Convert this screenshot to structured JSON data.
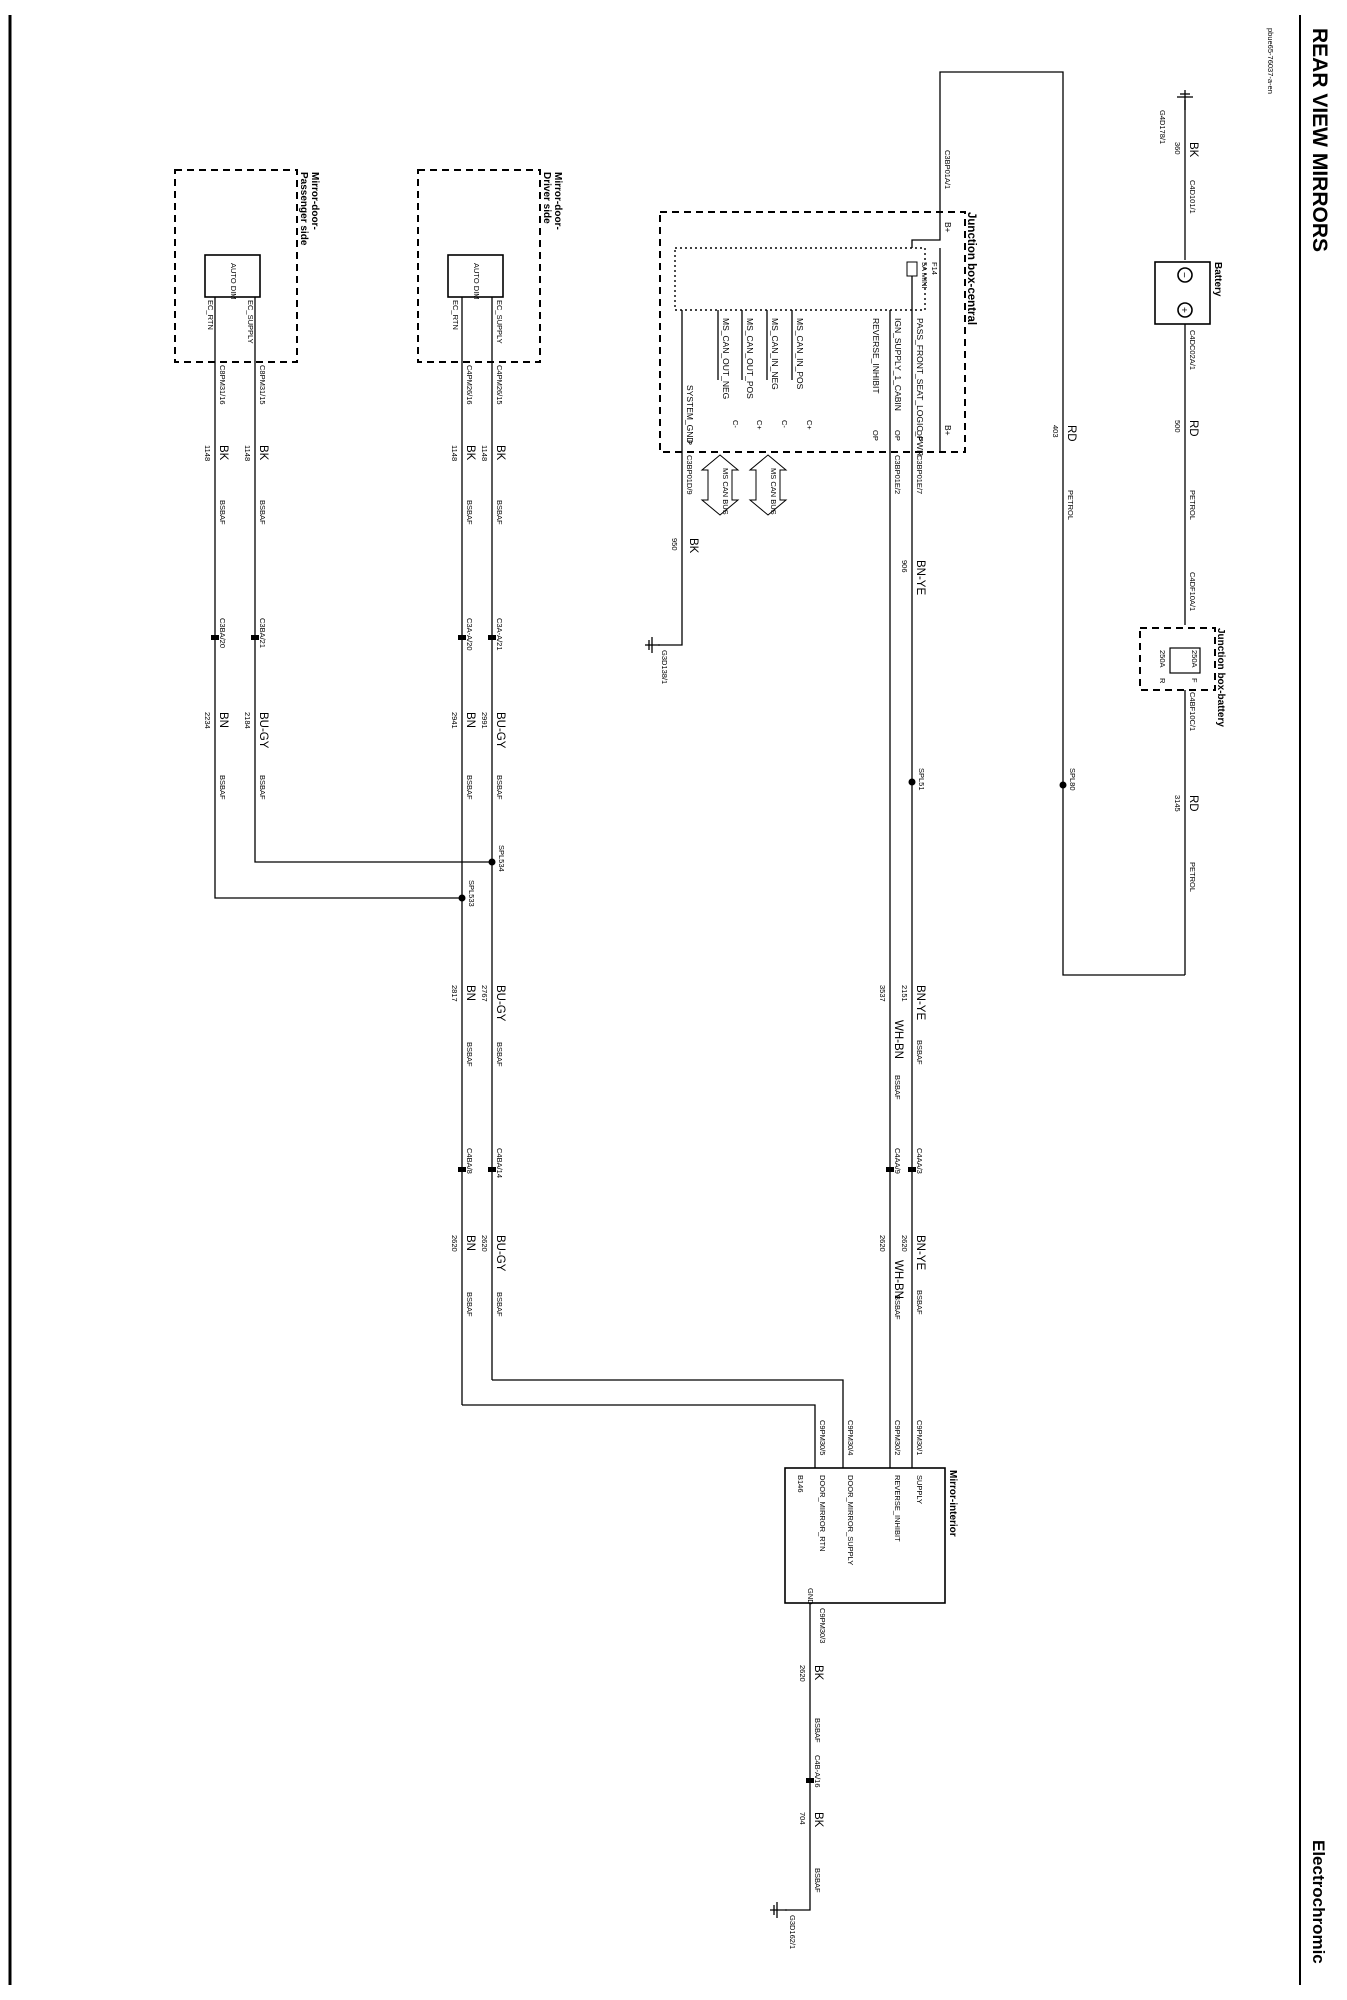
{
  "page": {
    "title": "REAR VIEW MIRRORS",
    "section": "Electrochromic",
    "ref": "pbue65-76037-a-en"
  },
  "components": {
    "battery": {
      "name": "Battery",
      "neg_pin": "C4D101/1",
      "pos_pin": "C4DC02A/1",
      "neg_sym": "−",
      "pos_sym": "+"
    },
    "junction_battery": {
      "name": "Junction box-battery",
      "in_pin": "C4DF10A/1",
      "out_pin": "C4BF10C/1",
      "fuse": "250A",
      "in_label": "F",
      "out_label": "R",
      "fuse_label2": "250A",
      "left_label": "R"
    },
    "junction_central": {
      "name": "Junction box-central",
      "b_plus_top": "B+",
      "b_plus_pin": "C3BP01A/1",
      "fuse_id": "F14",
      "fuse_rating": "5A MINI",
      "b_plus_bottom": "B+",
      "pins": [
        {
          "name": "PASS_FRONT_SEAT_LOGIC_PWR",
          "dir": "OP"
        },
        {
          "name": "IGN_SUPPLY_1_CABIN",
          "dir": "OP"
        },
        {
          "name": "REVERSE_INHIBIT",
          "dir": "OP"
        },
        {
          "name": "MS_CAN_IN_POS",
          "dir": "C+"
        },
        {
          "name": "MS_CAN_IN_NEG",
          "dir": "C-"
        },
        {
          "name": "MS_CAN_OUT_POS",
          "dir": "C+"
        },
        {
          "name": "MS_CAN_OUT_NEG",
          "dir": "C-"
        },
        {
          "name": "SYSTEM_GND",
          "dir": "P"
        }
      ],
      "conn_ign": "C3BP01E/7",
      "conn_rev": "C3BP01E/2",
      "conn_gnd": "C3BP01D/9",
      "bus_in": "MS CAN BUS",
      "bus_out": "MS CAN BUS"
    },
    "mirror_driver": {
      "name1": "Mirror-door-",
      "name2": "Driver side",
      "module": "AUTO DIM",
      "supply": "EC_SUPPLY",
      "rtn": "EC_RTN",
      "supply_pin": "C4PM26/15",
      "rtn_pin": "C4PM26/16"
    },
    "mirror_passenger": {
      "name1": "Mirror-door-",
      "name2": "Passenger side",
      "module": "AUTO DIM",
      "supply": "EC_SUPPLY",
      "rtn": "EC_RTN",
      "supply_pin": "C8PM31/15",
      "rtn_pin": "C8PM31/16"
    },
    "mirror_interior": {
      "name": "Mirror-interior",
      "pins": [
        "SUPPLY",
        "REVERSE_INHIBIT",
        "DOOR_MIRROR_SUPPLY",
        "DOOR_MIRROR_RTN"
      ],
      "conns": [
        "C9PM30/1",
        "C9PM30/2",
        "C9PM30/4",
        "C9PM30/5"
      ],
      "gnd": "GND",
      "gnd_pin": "C9PM30/3",
      "code": "B146"
    }
  },
  "grounds": {
    "g1": "G4D178/1",
    "g2": "G3D138/1",
    "g3": "G3D162/1"
  },
  "splices": {
    "spl80": "SPL80",
    "spl51": "SPL51",
    "spl534": "SPL534",
    "spl533": "SPL533"
  },
  "inline": {
    "c3a20": "C3A-A/20",
    "c3a21": "C3A-A/21",
    "c3ba20": "C3BA/20",
    "c3ba21": "C3BA/21",
    "c4ba14": "C4BA/14",
    "c4ba8": "C4BA/8",
    "c4aa3": "C4AA/3",
    "c4aa9": "C4AA/9",
    "c4ba16": "C4B-A/16"
  },
  "wires": {
    "w360": {
      "color": "BK",
      "num": "360"
    },
    "w500": {
      "color": "RD",
      "num": "500",
      "spec": "PETROL"
    },
    "w403": {
      "color": "RD",
      "num": "403",
      "spec": "PETROL"
    },
    "w3145": {
      "color": "RD",
      "num": "3145",
      "spec": "PETROL"
    },
    "w906": {
      "color": "BN-YE",
      "num": "906"
    },
    "w2151": {
      "color": "BN-YE",
      "num": "2151",
      "spec": "BSBAF"
    },
    "w2620a": {
      "color": "BN-YE",
      "num": "2620",
      "spec": "BSBAF"
    },
    "w3537": {
      "color": "WH-BN",
      "num": "3537",
      "spec": "BSBAF"
    },
    "w2620b": {
      "color": "WH-BN",
      "num": "2620",
      "spec": "BSBAF"
    },
    "w950": {
      "color": "BK",
      "num": "950"
    },
    "d1148a": {
      "color": "BK",
      "num": "1148",
      "spec": "BSBAF"
    },
    "d1148b": {
      "color": "BK",
      "num": "1148",
      "spec": "BSBAF"
    },
    "d2991": {
      "color": "BU-GY",
      "num": "2991",
      "spec": "BSBAF"
    },
    "d2941": {
      "color": "BN",
      "num": "2941",
      "spec": "BSBAF"
    },
    "p1148a": {
      "color": "BK",
      "num": "1148",
      "spec": "BSBAF"
    },
    "p1148b": {
      "color": "BK",
      "num": "1148",
      "spec": "BSBAF"
    },
    "p2184": {
      "color": "BU-GY",
      "num": "2184",
      "spec": "BSBAF"
    },
    "p2234": {
      "color": "BN",
      "num": "2234",
      "spec": "BSBAF"
    },
    "m2767": {
      "color": "BU-GY",
      "num": "2767",
      "spec": "BSBAF"
    },
    "m2817": {
      "color": "BN",
      "num": "2817",
      "spec": "BSBAF"
    },
    "m2620a": {
      "color": "BU-GY",
      "num": "2620",
      "spec": "BSBAF"
    },
    "m2620b": {
      "color": "BN",
      "num": "2620",
      "spec": "BSBAF"
    },
    "g2620": {
      "color": "BK",
      "num": "2620",
      "spec": "BSBAF"
    },
    "g704": {
      "color": "BK",
      "num": "704",
      "spec": "BSBAF"
    }
  }
}
